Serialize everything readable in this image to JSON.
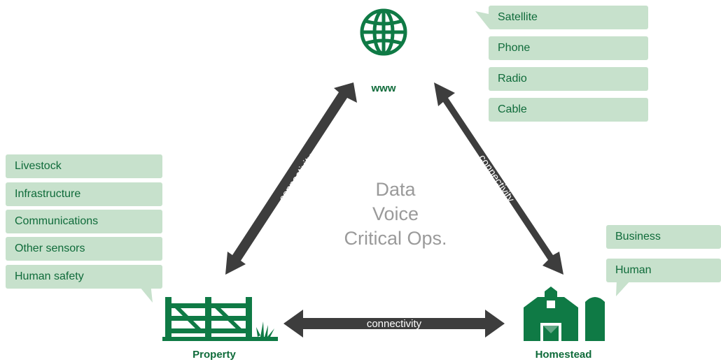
{
  "nodes": {
    "www": "www",
    "property": "Property",
    "homestead": "Homestead"
  },
  "center": [
    "Data",
    "Voice",
    "Critical Ops."
  ],
  "connections": {
    "left": "connectivity",
    "right": "connectivity",
    "bottom": "connectivity"
  },
  "www_options": [
    "Satellite",
    "Phone",
    "Radio",
    "Cable"
  ],
  "property_items": [
    "Livestock",
    "Infrastructure",
    "Communications",
    "Other sensors",
    "Human safety"
  ],
  "homestead_items": [
    "Business",
    "Human"
  ],
  "colors": {
    "icon_green": "#0f7a45",
    "tag_bg": "#c7e1cc",
    "tag_text": "#0f6b3a",
    "arrow": "#3d3d3d",
    "center_text": "#9a9a9a"
  },
  "icons": {
    "www": "globe-icon",
    "property": "gate-icon",
    "homestead": "barn-icon"
  }
}
